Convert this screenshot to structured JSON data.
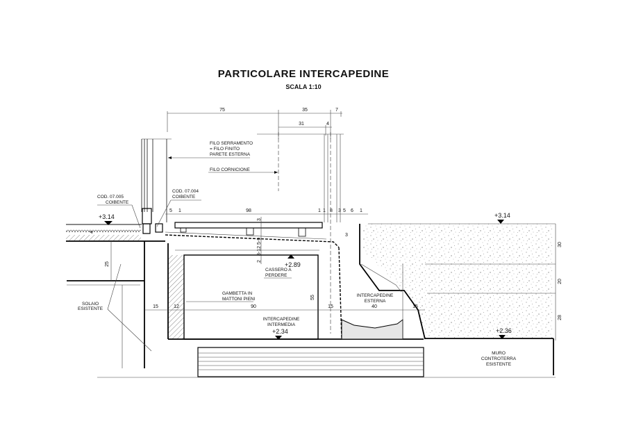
{
  "title": "PARTICOLARE INTERCAPEDINE",
  "scale": "SCALA 1:10",
  "labels": {
    "filo_serramento": [
      "FILO SERRAMENTO",
      "= FILO FINITO",
      "PARETE ESTERNA"
    ],
    "filo_cornicione": "FILO CORNICIONE",
    "cod_07005": [
      "COD. 07.005",
      "COIBENTE"
    ],
    "cod_07004": [
      "COD. 07.004",
      "COIBENTE"
    ],
    "solaio": [
      "SOLAIO",
      "ESISTENTE"
    ],
    "cassero": [
      "CASSERO A",
      "PERDERE"
    ],
    "gambetta": [
      "GAMBETTA IN",
      "MATTONI PIENI"
    ],
    "intercapedine_intermedia": [
      "INTERCAPEDINE",
      "INTERMEDIA"
    ],
    "intercapedine_esterna": [
      "INTERCAPEDINE",
      "ESTERNA"
    ],
    "muro": [
      "MURO",
      "CONTROTERRA",
      "ESISTENTE"
    ]
  },
  "levels": {
    "left_floor": "+3.14",
    "right_ground": "+3.14",
    "cassero": "+2.89",
    "intermedia": "+2.34",
    "esterna": "+2.36"
  },
  "dimensions": {
    "top_row": [
      "75",
      "35",
      "7"
    ],
    "second_row": [
      "31",
      "4"
    ],
    "slab_row": [
      "5",
      "1",
      "98",
      "1",
      "1",
      "8",
      "3",
      "5",
      "6",
      "1"
    ],
    "mid_row": [
      "15",
      "12",
      "90",
      "15",
      "40",
      "15"
    ],
    "vertical": {
      "slab": "25",
      "wall": "55",
      "slope": "8-12",
      "base": "2",
      "top": "3",
      "rise": "5-9",
      "step": "3",
      "small": "4"
    },
    "right_vertical": [
      "30",
      "20",
      "28"
    ]
  }
}
